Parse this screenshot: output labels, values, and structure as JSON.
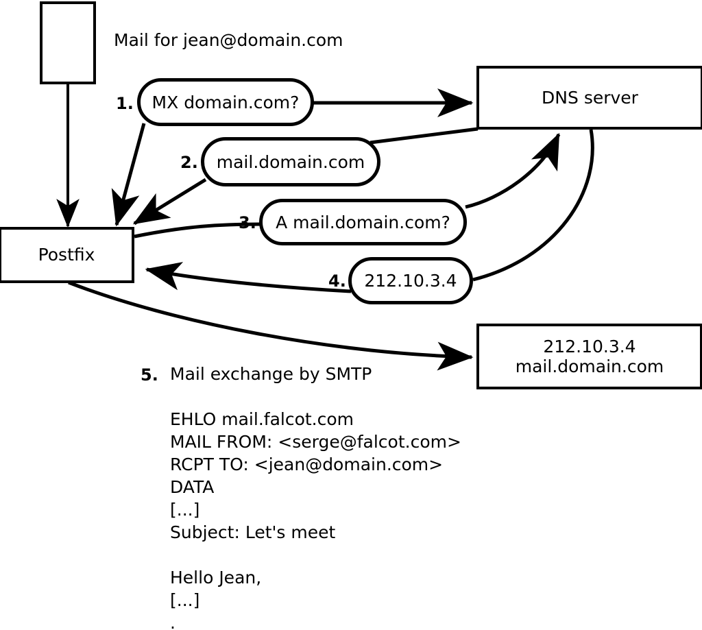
{
  "diagram": {
    "title_label": "Mail for jean@domain.com",
    "nodes": [
      {
        "name": "mail-source-box",
        "label": ""
      },
      {
        "name": "postfix-box",
        "label": "Postfix"
      },
      {
        "name": "dns-server-box",
        "label": "DNS server"
      },
      {
        "name": "remote-mail-server-box",
        "label_line1": "212.10.3.4",
        "label_line2": "mail.domain.com"
      }
    ],
    "steps": [
      {
        "num": "1.",
        "bubble": "MX domain.com?"
      },
      {
        "num": "2.",
        "bubble": "mail.domain.com"
      },
      {
        "num": "3.",
        "bubble": "A mail.domain.com?"
      },
      {
        "num": "4.",
        "bubble": "212.10.3.4"
      },
      {
        "num": "5.",
        "text": "Mail exchange by SMTP"
      }
    ],
    "smtp_transcript": [
      "EHLO mail.falcot.com",
      "MAIL FROM: <serge@falcot.com>",
      "RCPT TO: <jean@domain.com>",
      "DATA",
      "[...]",
      "Subject: Let's meet",
      "",
      "Hello Jean,",
      "[...]",
      "."
    ],
    "colors": {
      "stroke": "#000000",
      "fill": "#ffffff",
      "text": "#000000"
    }
  }
}
